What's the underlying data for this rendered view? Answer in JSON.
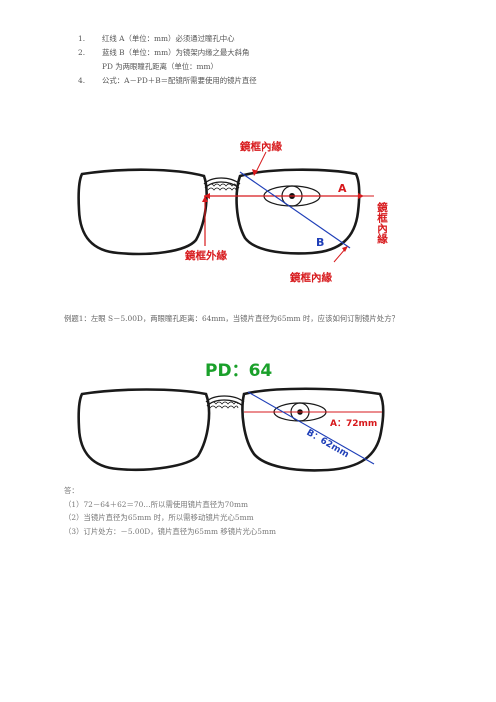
{
  "notes": {
    "items": [
      {
        "num": "1.",
        "text": "红线 A（单位：mm）必须通过瞳孔中心"
      },
      {
        "num": "2.",
        "text": "蓝线 B（单位：mm）为镜架内缘之最大斜角"
      },
      {
        "num": "",
        "text": "PD 为两眼瞳孔距离（单位：mm）"
      },
      {
        "num": "4.",
        "text": "公式：A－PD＋B＝配镜所需要使用的镜片直径"
      }
    ]
  },
  "diagram1": {
    "label_top": "鏡框內緣",
    "label_a": "A",
    "label_right": "鏡框內緣",
    "label_b": "B",
    "label_left_bottom": "鏡框外緣",
    "label_bottom": "鏡框內緣"
  },
  "example": {
    "text": "例题1：左眼 S－5.00D，两眼瞳孔距离：64mm，当镜片直径为65mm 时，应该如何订制镜片处方？"
  },
  "diagram2": {
    "pd_label": "PD：64",
    "a_label": "A：72mm",
    "b_label": "B：62mm"
  },
  "answers": {
    "heading": "答：",
    "lines": [
      "（1）72－64＋62＝70…所以需使用镜片直径为70mm",
      "（2）当镜片直径为65mm 时，所以需移动镜片光心5mm",
      "（3）订片处方：－5.00D，镜片直径为65mm 移镜片光心5mm"
    ]
  },
  "colors": {
    "red": "#d7191c",
    "blue": "#1f3fb8",
    "green": "#1aa02a",
    "frame": "#1a1a1a"
  }
}
